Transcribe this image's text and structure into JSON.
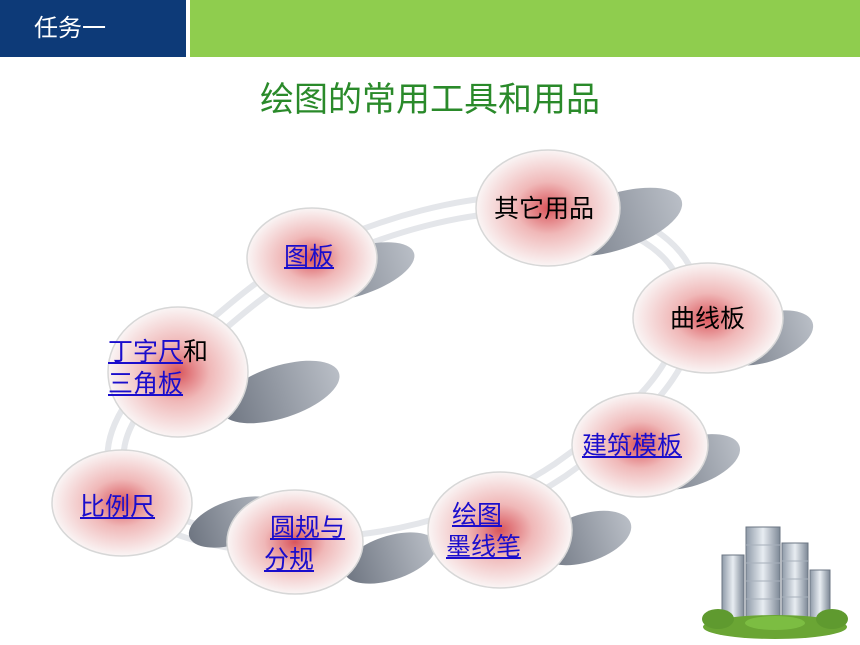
{
  "header": {
    "tab_label": "任务一"
  },
  "page": {
    "title": "绘图的常用工具和用品"
  },
  "nodes": {
    "other": "其它用品",
    "board": "图板",
    "curve": "曲线板",
    "tsquare_link": "丁字尺",
    "tsquare_and": "和",
    "triangle_link": "三角板",
    "template": "建筑模板",
    "scale": "比例尺",
    "pen_line1": "绘图",
    "pen_line2": "墨线笔",
    "compass_line1": "圆规与",
    "compass_line2": "分规"
  },
  "colors": {
    "nav": "#0d3a78",
    "accent_bar": "#8fcd4e",
    "title": "#2a8a2a",
    "link": "#1a0dcc"
  }
}
